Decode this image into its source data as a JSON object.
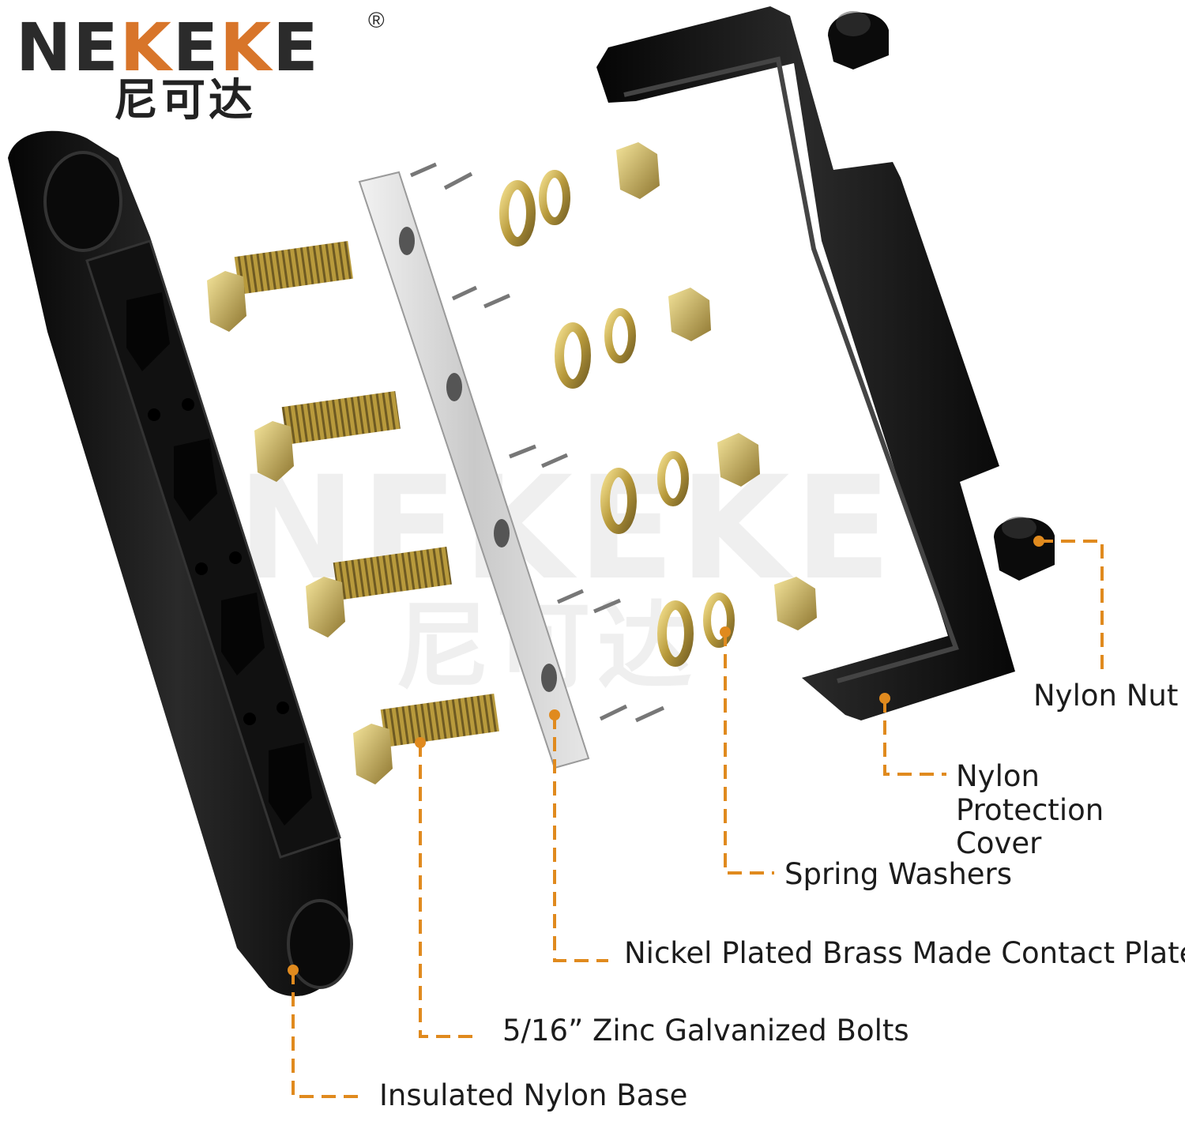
{
  "brand": {
    "name_part1": "NE",
    "name_part2": "K",
    "name_part3": "E",
    "name_part4": "K",
    "name_part5": "E",
    "registered_mark": "®",
    "name_chinese": "尼可达",
    "colors": {
      "dark": "#2b2b2b",
      "accent": "#d8752a"
    }
  },
  "watermark": {
    "text": "NEKEKE",
    "text_chinese": "尼可达"
  },
  "callouts": [
    {
      "id": "nylon-nut",
      "label": "Nylon Nut"
    },
    {
      "id": "nylon-protection-cover",
      "label": "Nylon Protection Cover"
    },
    {
      "id": "spring-washers",
      "label": "Spring Washers"
    },
    {
      "id": "contact-plate",
      "label": "Nickel Plated Brass Made Contact Plate"
    },
    {
      "id": "bolts",
      "label": "5/16” Zinc Galvanized Bolts"
    },
    {
      "id": "base",
      "label": "Insulated Nylon Base"
    }
  ],
  "leader_color": "#e08a1e"
}
